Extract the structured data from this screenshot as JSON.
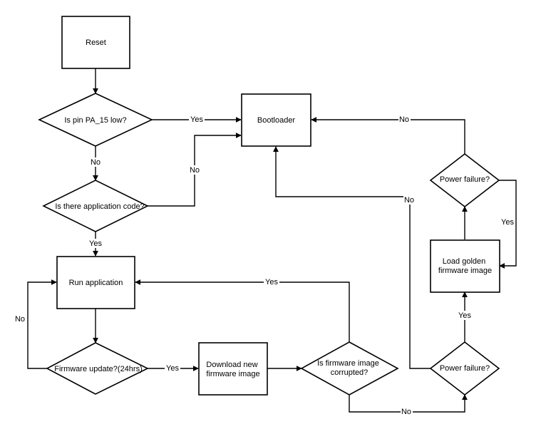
{
  "diagram": {
    "nodes": {
      "reset": "Reset",
      "pin_check": "Is pin PA_15 low?",
      "bootloader": "Bootloader",
      "app_code": "Is there application code?",
      "run_app": "Run application",
      "fw_update": "Firmware update?(24hrs)",
      "download": [
        "Download new",
        "firmware image"
      ],
      "corrupted": [
        "Is firmware image",
        "corrupted?"
      ],
      "power_fail_top": "Power failure?",
      "load_golden": [
        "Load golden",
        "firmware image"
      ],
      "power_fail_bottom": "Power failure?"
    },
    "edge_labels": {
      "pin_yes": "Yes",
      "pin_no": "No",
      "app_no": "No",
      "app_yes": "Yes",
      "update_no": "No",
      "update_yes": "Yes",
      "corrupted_yes": "Yes",
      "corrupted_no": "No",
      "power_bottom_no": "No",
      "power_bottom_yes": "Yes",
      "power_top_yes": "Yes",
      "power_top_no": "No"
    }
  }
}
